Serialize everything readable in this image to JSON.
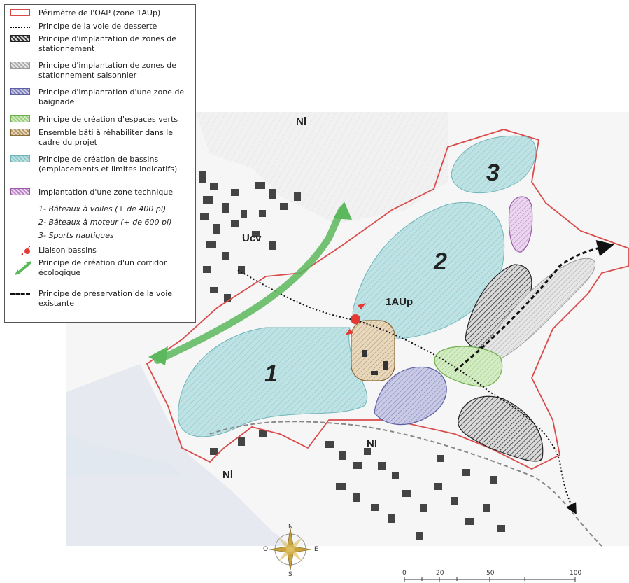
{
  "legend": {
    "items": [
      {
        "label": "Périmètre de l'OAP (zone 1AUp)",
        "symbol": "perimeter"
      },
      {
        "label": "Principe de la voie de desserte",
        "symbol": "dotted-line"
      },
      {
        "label": "Principe d'implantation de zones de stationnement",
        "symbol": "parking-hatch",
        "color": "#3a3a3a"
      },
      {
        "label": "Principe d'implantation de zones de stationnement saisonnier",
        "symbol": "seasonal-parking-hatch",
        "color": "#bdbdbd"
      },
      {
        "label": "Principe d'implantation d'une zone de baignade",
        "symbol": "bathing-hatch",
        "color": "#a7a8d1"
      },
      {
        "label": "Principe de création d'espaces verts",
        "symbol": "green-hatch",
        "color": "#b8dea0"
      },
      {
        "label": "Ensemble bâti à réhabiliter dans le cadre du projet",
        "symbol": "building-hatch",
        "color": "#d9c3a0"
      },
      {
        "label": "Principe de création de bassins (emplacements et limites indicatifs)",
        "symbol": "basin-hatch",
        "color": "#a7d6d8"
      },
      {
        "label": "Implantation d'une zone technique",
        "symbol": "technical-hatch",
        "color": "#d9b7df"
      },
      {
        "label": "1- Bâteaux à voiles (+ de 400 pl)",
        "symbol": "none",
        "italic": true
      },
      {
        "label": "2- Bâteaux à moteur (+ de 600 pl)",
        "symbol": "none",
        "italic": true
      },
      {
        "label": "3- Sports nautiques",
        "symbol": "none",
        "italic": true
      },
      {
        "label": "Liaison bassins",
        "symbol": "basin-link-icon",
        "color": "#e53935"
      },
      {
        "label": "Principe de création d'un corridor écologique",
        "symbol": "corridor-arrow-icon",
        "color": "#5cb85c"
      },
      {
        "label": "Principe de préservation de la voie existante",
        "symbol": "dashed-line"
      }
    ]
  },
  "map": {
    "basin_numbers": [
      "1",
      "2",
      "3"
    ],
    "zone_labels": {
      "nl_top": "Nl",
      "ucv": "Ucv",
      "aup": "1AUp",
      "nl_middle": "Nl",
      "nl_bottom": "Nl"
    },
    "colors": {
      "perimeter": "#d94b4b",
      "basin": "#a7d6d8",
      "corridor": "#5cb85c",
      "link": "#e53935"
    }
  },
  "compass": {
    "n": "N",
    "e": "E",
    "s": "S",
    "o": "O"
  },
  "scale": {
    "ticks": [
      "0",
      "20",
      "50",
      "100"
    ]
  }
}
